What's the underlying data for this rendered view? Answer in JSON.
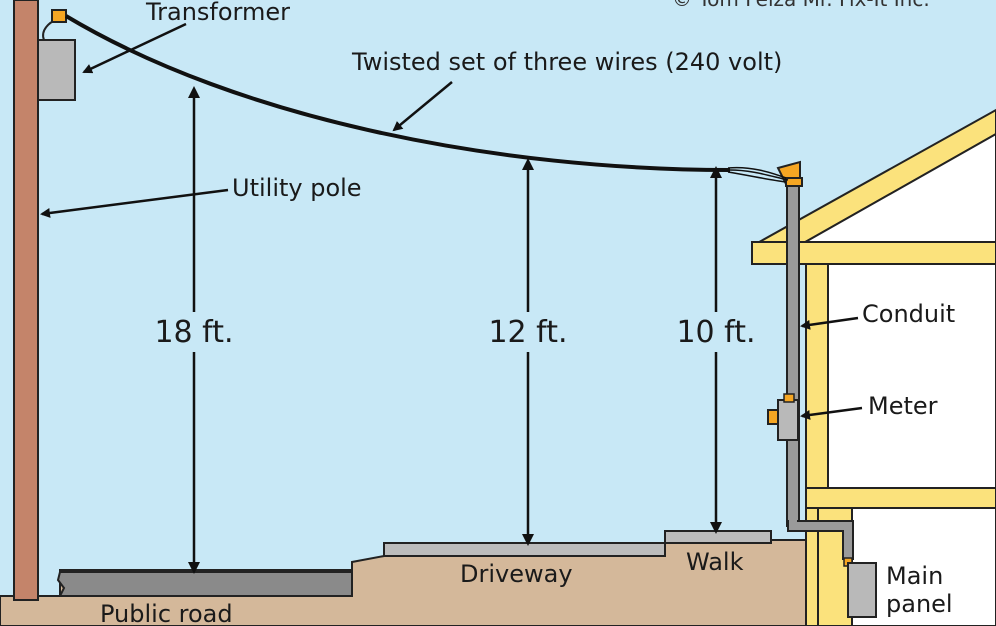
{
  "labels": {
    "transformer": "Transformer",
    "copyright": "© Tom Feiza Mr. Fix-It Inc.",
    "twisted_wires": "Twisted set of three wires (240 volt)",
    "utility_pole": "Utility pole",
    "conduit": "Conduit",
    "meter": "Meter",
    "main_panel_line1": "Main",
    "main_panel_line2": "panel",
    "driveway": "Driveway",
    "walk": "Walk",
    "public_road": "Public road"
  },
  "measurements": {
    "road": "18 ft.",
    "driveway": "12 ft.",
    "walk": "10 ft."
  },
  "colors": {
    "sky": "#c8e8f6",
    "ground": "#d4b89a",
    "pole": "#c4846a",
    "house_frame": "#fbe27c",
    "orange": "#f5a623",
    "gray_box": "#b9b9b9",
    "pavement": "#8a8a8a"
  }
}
